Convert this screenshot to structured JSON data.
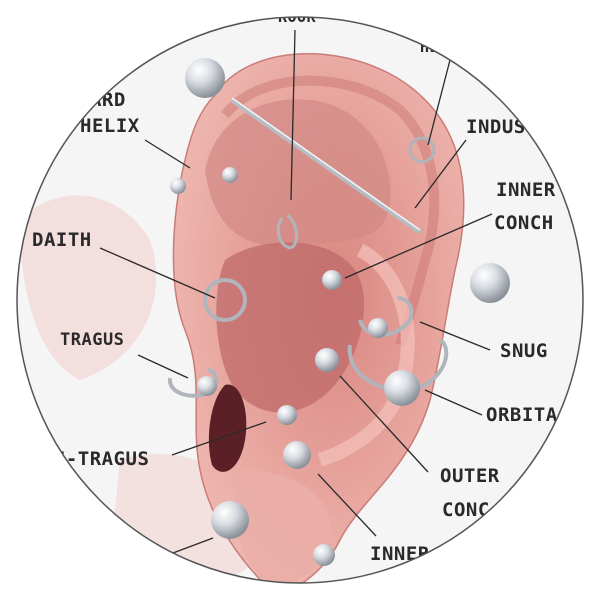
{
  "labels": {
    "rook": "ROOK",
    "helix": "HE",
    "forward_helix_line1": "WARD",
    "forward_helix_line2": "HELIX",
    "industrial": "INDUST",
    "inner_conch_line1": "INNER",
    "inner_conch_line2": "CONCH",
    "daith": "DAITH",
    "tragus": "TRAGUS",
    "snug": "SNUG",
    "orbital": "ORBITA",
    "anti_tragus": "NTI-TRAGUS",
    "outer_conch_line1": "OUTER",
    "outer_conch_line2": "CONC",
    "inner_lobe": "INNER"
  },
  "colors": {
    "skin": "#eaa9a3",
    "skin_shadow": "#cf807c",
    "skin_deep": "#a24c50",
    "jewelry": "#d9dde3",
    "jewelry_edge": "#8b9199",
    "leader_line": "#2a2a2a",
    "circle_border": "#555555",
    "paper": "#f4f4f4"
  }
}
